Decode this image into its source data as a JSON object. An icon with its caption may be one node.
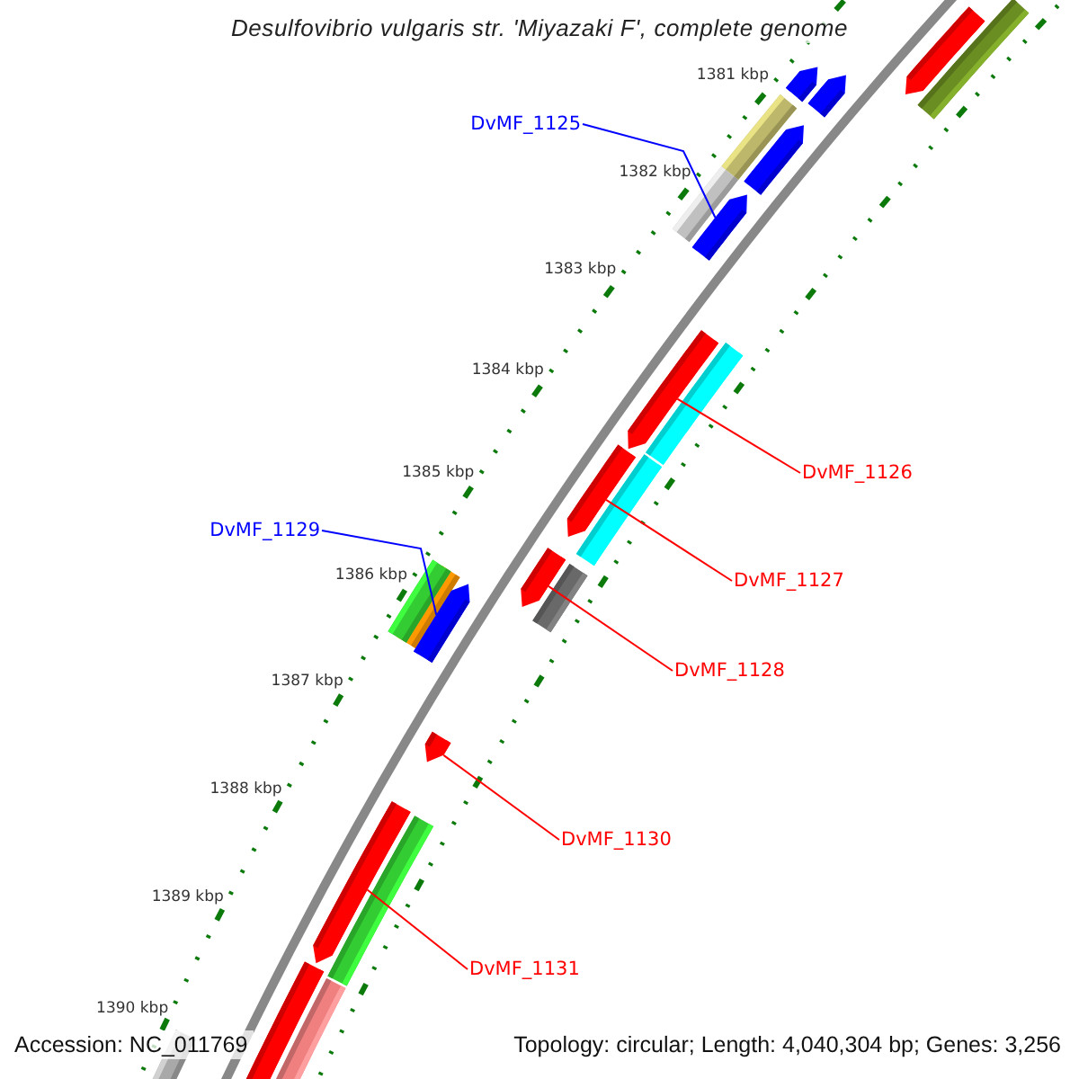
{
  "diagram": {
    "title": "Desulfovibrio vulgaris str. 'Miyazaki F', complete genome",
    "nodes": [
      {
        "text": [
          "DvMF_1125"
        ]
      },
      {
        "text": [],
        "shape": "arrow"
      },
      {
        "text": [
          "DvMF_1126"
        ]
      },
      {
        "text": [],
        "shape": "arrow"
      },
      {
        "text": [
          "DvMF_1129"
        ]
      },
      {
        "text": [],
        "shape": "arrow"
      },
      {
        "text": [
          "DvMF_1127"
        ]
      },
      {
        "text": [],
        "shape": "arrow"
      },
      {
        "text": [
          "DvMF_1128"
        ]
      },
      {
        "text": [],
        "shape": "arrow"
      },
      {
        "text": [
          "DvMF_1130"
        ]
      },
      {
        "text": [],
        "shape": "arrow"
      },
      {
        "text": [
          "DvMF_1131"
        ]
      },
      {
        "text": [],
        "shape": "arrow"
      },
      {
        "text": [],
        "shape": "arrow"
      },
      {
        "text": [],
        "shape": "arrow"
      }
    ],
    "edges": [
      {
        "from": 0,
        "to": 1,
        "arrow": "none",
        "color": "#0000ff"
      },
      {
        "from": 2,
        "to": 3,
        "arrow": "none"
      },
      {
        "from": 4,
        "to": 5,
        "arrow": "none",
        "color": "#0000ff"
      },
      {
        "from": 6,
        "to": 7,
        "arrow": "none"
      },
      {
        "from": 8,
        "to": 9,
        "arrow": "none"
      },
      {
        "from": 10,
        "to": 11,
        "arrow": "none"
      },
      {
        "from": 12,
        "to": 13,
        "arrow": "none"
      }
    ],
    "labels": [
      "1381 kbp",
      "1382 kbp",
      "1383 kbp",
      "1384 kbp",
      "1385 kbp",
      "1386 kbp",
      "1387 kbp",
      "1388 kbp",
      "1389 kbp",
      "1390 kbp",
      "Accession: NC_011769",
      "Topology: circular; Length: 4,040,304 bp; Genes: 3,256"
    ]
  }
}
